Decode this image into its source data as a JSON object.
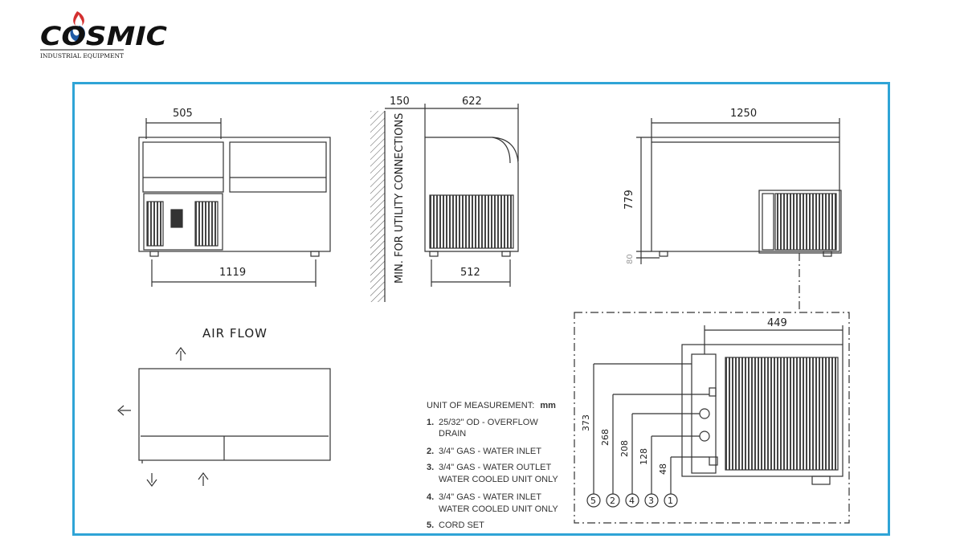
{
  "logo": {
    "brand": "COSMIC",
    "tagline": "INDUSTRIAL EQUIPMENT"
  },
  "front_view": {
    "width_top": "505",
    "width_bottom": "1119"
  },
  "side_view": {
    "clearance": "150",
    "depth_top": "622",
    "depth_bottom": "512",
    "clearance_note": "MIN. FOR UTILITY CONNECTIONS"
  },
  "rear_view": {
    "width": "1250",
    "height": "779",
    "leg_height": "80"
  },
  "air_flow": {
    "title": "AIR FLOW"
  },
  "detail": {
    "width": "449",
    "heights": [
      "373",
      "268",
      "208",
      "128",
      "48"
    ],
    "callouts": [
      "5",
      "2",
      "4",
      "3",
      "1"
    ]
  },
  "legend": {
    "title": "UNIT OF MEASUREMENT:",
    "unit": "mm",
    "items": [
      {
        "num": "1.",
        "lines": [
          "25/32\" OD - OVERFLOW",
          "DRAIN"
        ]
      },
      {
        "num": "2.",
        "lines": [
          "3/4\" GAS - WATER INLET"
        ]
      },
      {
        "num": "3.",
        "lines": [
          "3/4\" GAS - WATER OUTLET",
          "WATER COOLED UNIT ONLY"
        ]
      },
      {
        "num": "4.",
        "lines": [
          "3/4\" GAS - WATER INLET",
          "WATER COOLED UNIT ONLY"
        ]
      },
      {
        "num": "5.",
        "lines": [
          "CORD SET"
        ]
      }
    ]
  },
  "colors": {
    "frame": "#2fa4d6",
    "line": "#333333",
    "logo_blue": "#1f5aa6",
    "logo_red": "#d32f2f"
  }
}
